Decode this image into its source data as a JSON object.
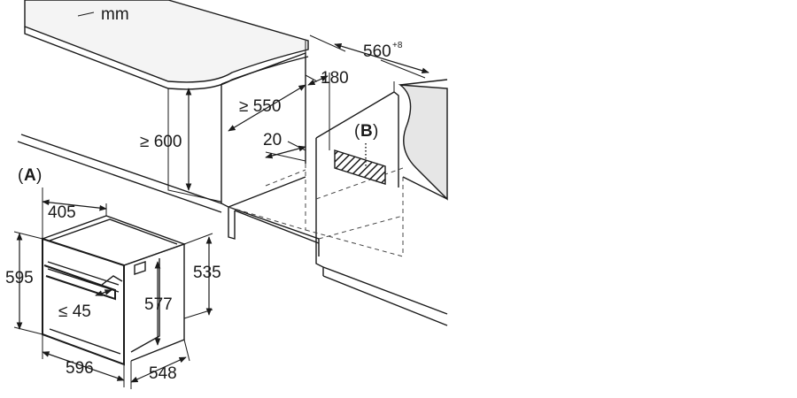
{
  "units": "mm",
  "labels": {
    "oven_tag_letter": "A",
    "vent_tag_letter": "B",
    "paren_open": "(",
    "paren_close": ")"
  },
  "dimensions": {
    "niche_width": "560",
    "niche_width_tolerance": "+8",
    "niche_depth_min": "≥ 550",
    "niche_height_min": "≥ 600",
    "vent_width": "180",
    "floor_gap": "20",
    "oven_front_depth": "405",
    "oven_height": "595",
    "handle_depth_max": "≤ 45",
    "oven_body_height": "577",
    "oven_side_height": "535",
    "oven_width": "596",
    "oven_depth": "548"
  }
}
